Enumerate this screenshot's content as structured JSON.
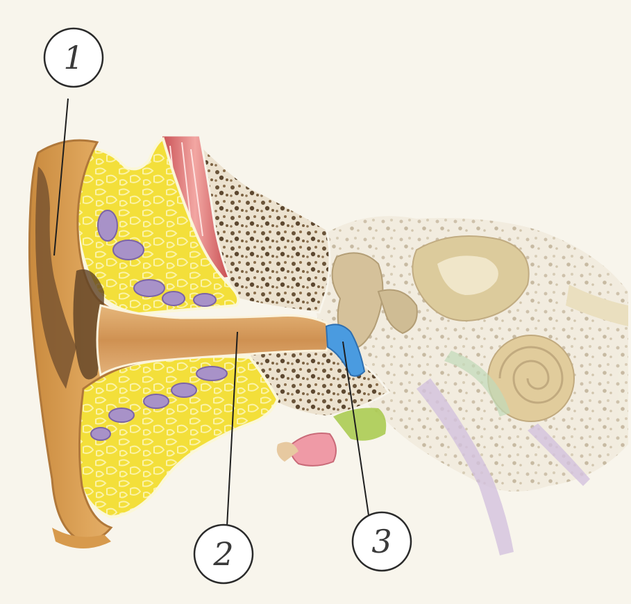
{
  "diagram": {
    "labels": [
      {
        "id": "label-1",
        "text": "1"
      },
      {
        "id": "label-2",
        "text": "2"
      },
      {
        "id": "label-3",
        "text": "3"
      }
    ]
  },
  "colors": {
    "background": "#f7f3ea",
    "outer_ear_skin": "#d79a4d",
    "outer_ear_shadow": "#6b4a2a",
    "cartilage_yellow": "#f2dc34",
    "fat_lobules_purple": "#a892c8",
    "muscle_red": "#d96a6a",
    "bone_porous": "#e8dcc4",
    "ear_canal": "#d8a066",
    "eardrum_blue": "#4a9be0",
    "inner_ear_faded": "#d9c79a",
    "nerve_purple": "#b9a6cf",
    "gland_pink": "#ef9aa6",
    "green_tissue": "#a7c94a"
  }
}
